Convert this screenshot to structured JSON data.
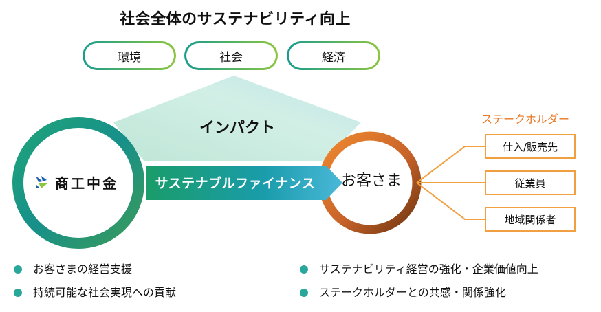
{
  "title": "社会全体のサステナビリティ向上",
  "pillars": [
    "環境",
    "社会",
    "経済"
  ],
  "impact_label": "インパクト",
  "bank_name": "商工中金",
  "finance_label": "サステナブルファイナンス",
  "customer_label": "お客さま",
  "stakeholder": {
    "title": "ステークホルダー",
    "items": [
      "仕入/販売先",
      "従業員",
      "地域関係者"
    ]
  },
  "bullets_left": [
    "お客さまの経営支援",
    "持続可能な社会実現への貢献"
  ],
  "bullets_right": [
    "サステナビリティ経営の強化・企業価値向上",
    "ステークホルダーとの共感・関係強化"
  ],
  "colors": {
    "teal": "#1a9c8c",
    "green": "#8cc63f",
    "orange": "#e87722",
    "brown": "#7a3a12",
    "bullet": "#2aa79b"
  },
  "icons": [
    "bank-logo-icon",
    "arrow-right-icon",
    "bullet-dot-icon"
  ]
}
